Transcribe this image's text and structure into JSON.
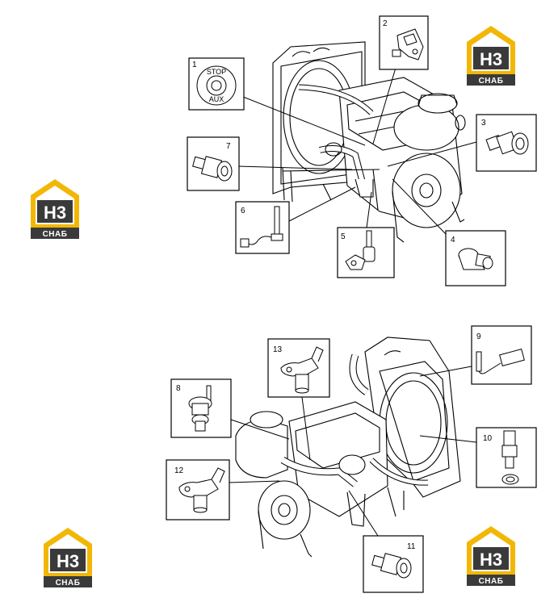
{
  "logo": {
    "mark": "H3",
    "sub": "СНАБ",
    "colors": {
      "yellow": "#f2b705",
      "dark": "#3a3a3a",
      "white": "#ffffff"
    }
  },
  "callouts": [
    "1",
    "2",
    "3",
    "4",
    "5",
    "6",
    "7",
    "8",
    "9",
    "10",
    "11",
    "12",
    "13"
  ],
  "switch_labels": {
    "stop": "STOP",
    "aux": "AUX"
  },
  "colors": {
    "line": "#000000",
    "background": "#ffffff"
  }
}
